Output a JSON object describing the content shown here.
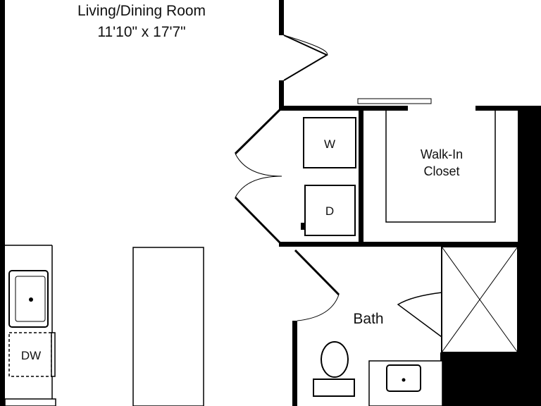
{
  "rooms": {
    "living_dining": {
      "name": "Living/Dining Room",
      "dimensions": "11'10\" x 17'7\""
    },
    "walk_in_closet": {
      "line1": "Walk-In",
      "line2": "Closet"
    },
    "bath": {
      "name": "Bath"
    }
  },
  "appliances": {
    "washer": "W",
    "dryer": "D",
    "dishwasher": "DW"
  },
  "colors": {
    "wall": "#000000",
    "background": "#ffffff",
    "line": "#111111"
  }
}
